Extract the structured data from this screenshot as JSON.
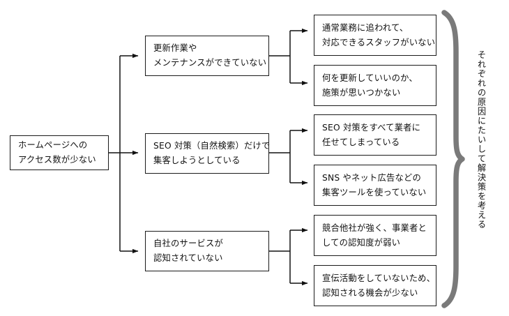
{
  "diagram": {
    "type": "cause-effect-flowchart",
    "orientation": "left-to-right",
    "colors": {
      "box_border": "#1a1a1a",
      "box_fill": "#ffffff",
      "connector": "#111111",
      "brace": "#7a7a7a",
      "text": "#111111",
      "background": "#ffffff"
    },
    "root": {
      "lines": [
        "ホームページへの",
        "アクセス数が少ない"
      ]
    },
    "causes": [
      {
        "id": "cause-1",
        "lines": [
          "更新作業や",
          "メンテナンスができていない"
        ],
        "effects": [
          {
            "id": "effect-1-1",
            "lines": [
              "通常業務に追われて、",
              "対応できるスタッフがいない"
            ]
          },
          {
            "id": "effect-1-2",
            "lines": [
              "何を更新していいのか、",
              "施策が思いつかない"
            ]
          }
        ]
      },
      {
        "id": "cause-2",
        "lines": [
          "SEO 対策（自然検索）だけで",
          "集客しようとしている"
        ],
        "effects": [
          {
            "id": "effect-2-1",
            "lines": [
              "SEO 対策をすべて業者に",
              "任せてしまっている"
            ]
          },
          {
            "id": "effect-2-2",
            "lines": [
              "SNS やネット広告などの",
              "集客ツールを使っていない"
            ]
          }
        ]
      },
      {
        "id": "cause-3",
        "lines": [
          "自社のサービスが",
          "認知されていない"
        ],
        "effects": [
          {
            "id": "effect-3-1",
            "lines": [
              "競合他社が強く、事業者と",
              "しての認知度が弱い"
            ]
          },
          {
            "id": "effect-3-2",
            "lines": [
              "宣伝活動をしていないため、",
              "認知される機会が少ない"
            ]
          }
        ]
      }
    ],
    "annotation": {
      "vertical_text": "それぞれの原因にたいして解決策を考える",
      "brace": "right-curly-brace"
    }
  }
}
